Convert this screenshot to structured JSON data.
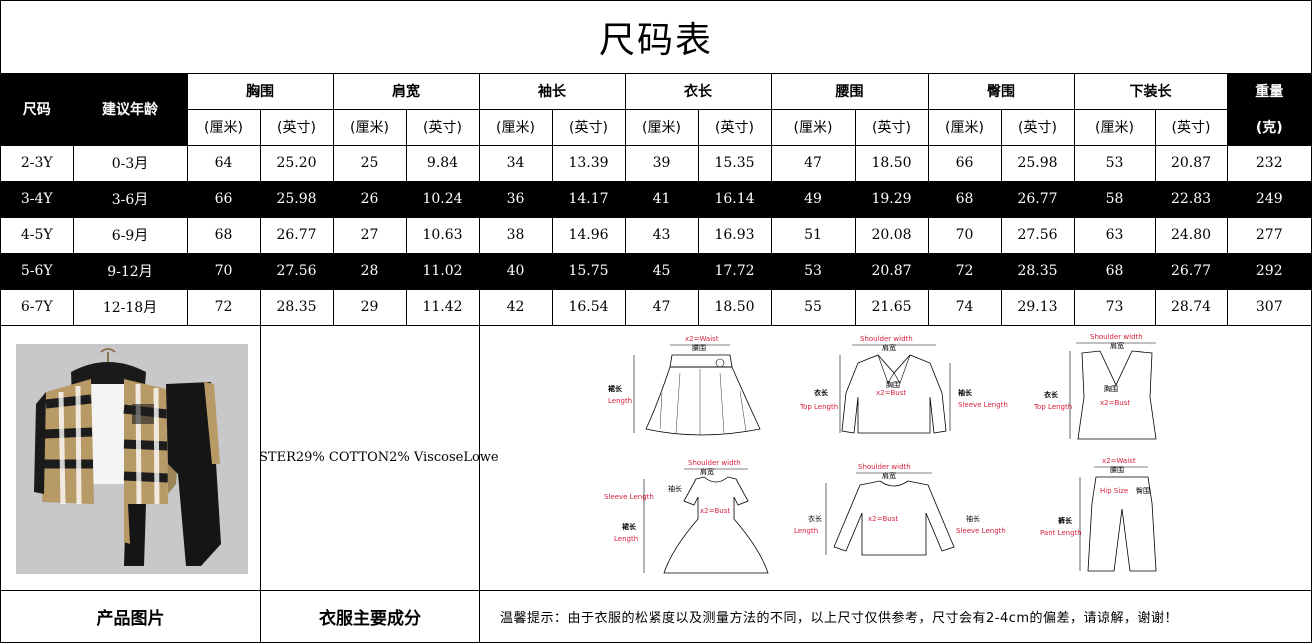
{
  "title": "尺码表",
  "table": {
    "size_header": "尺码",
    "age_header": "建议年龄",
    "groups": [
      "胸围",
      "肩宽",
      "袖长",
      "衣长",
      "腰围",
      "臀围",
      "下装长"
    ],
    "weight_header": "重量",
    "unit_cm": "(厘米)",
    "unit_in": "(英寸)",
    "weight_unit": "(克)",
    "rows": [
      {
        "size": "2-3Y",
        "age": "0-3月",
        "v": [
          "64",
          "25.20",
          "25",
          "9.84",
          "34",
          "13.39",
          "39",
          "15.35",
          "47",
          "18.50",
          "66",
          "25.98",
          "53",
          "20.87"
        ],
        "weight": "232"
      },
      {
        "size": "3-4Y",
        "age": "3-6月",
        "v": [
          "66",
          "25.98",
          "26",
          "10.24",
          "36",
          "14.17",
          "41",
          "16.14",
          "49",
          "19.29",
          "68",
          "26.77",
          "58",
          "22.83"
        ],
        "weight": "249"
      },
      {
        "size": "4-5Y",
        "age": "6-9月",
        "v": [
          "68",
          "26.77",
          "27",
          "10.63",
          "38",
          "14.96",
          "43",
          "16.93",
          "51",
          "20.08",
          "70",
          "27.56",
          "63",
          "24.80"
        ],
        "weight": "277"
      },
      {
        "size": "5-6Y",
        "age": "9-12月",
        "v": [
          "70",
          "27.56",
          "28",
          "11.02",
          "40",
          "15.75",
          "45",
          "17.72",
          "53",
          "20.87",
          "72",
          "28.35",
          "68",
          "26.77"
        ],
        "weight": "292"
      },
      {
        "size": "6-7Y",
        "age": "12-18月",
        "v": [
          "72",
          "28.35",
          "29",
          "11.42",
          "42",
          "16.54",
          "47",
          "18.50",
          "55",
          "21.65",
          "74",
          "29.13",
          "73",
          "28.74"
        ],
        "weight": "307"
      }
    ]
  },
  "material": "STER29% COTTON2% ViscoseLowe",
  "labels": {
    "photo": "产品图片",
    "material": "衣服主要成分",
    "note": "温馨提示：由于衣服的松紧度以及测量方法的不同，以上尺寸仅供参考，尺寸会有2-4cm的偏差，请谅解，谢谢！"
  },
  "diagrams": {
    "skirt": {
      "waist": "x2=Waist",
      "waist_cn": "腰围",
      "length_cn": "裙长",
      "length": "Length"
    },
    "jacket": {
      "shoulder": "Shoulder width",
      "shoulder_cn": "肩宽",
      "top_cn": "衣长",
      "top": "Top Length",
      "bust": "x2=Bust",
      "bust_cn": "胸围",
      "sleeve_cn": "袖长",
      "sleeve": "Sleeve Length"
    },
    "vest": {
      "shoulder": "Shoulder width",
      "shoulder_cn": "肩宽",
      "bust_cn": "胸围",
      "bust": "x2=Bust",
      "top_cn": "衣长",
      "top": "Top Length"
    },
    "dress": {
      "shoulder": "Shoulder width",
      "shoulder_cn": "肩宽",
      "sleeve_cn": "袖长",
      "sleeve": "Sleeve Length",
      "bust": "x2=Bust",
      "length_cn": "裙长",
      "length": "Length"
    },
    "sweater": {
      "shoulder": "Shoulder width",
      "shoulder_cn": "肩宽",
      "length_cn": "衣长",
      "length": "Length",
      "bust": "x2=Bust",
      "sleeve_cn": "袖长",
      "sleeve": "Sleeve Length"
    },
    "pants": {
      "waist": "x2=Waist",
      "waist_cn": "腰围",
      "hip": "Hip Size",
      "hip_cn": "臀围",
      "length_cn": "裤长",
      "length": "Pant Length"
    }
  },
  "colors": {
    "accent": "#d61f3c",
    "dark": "#000000"
  }
}
